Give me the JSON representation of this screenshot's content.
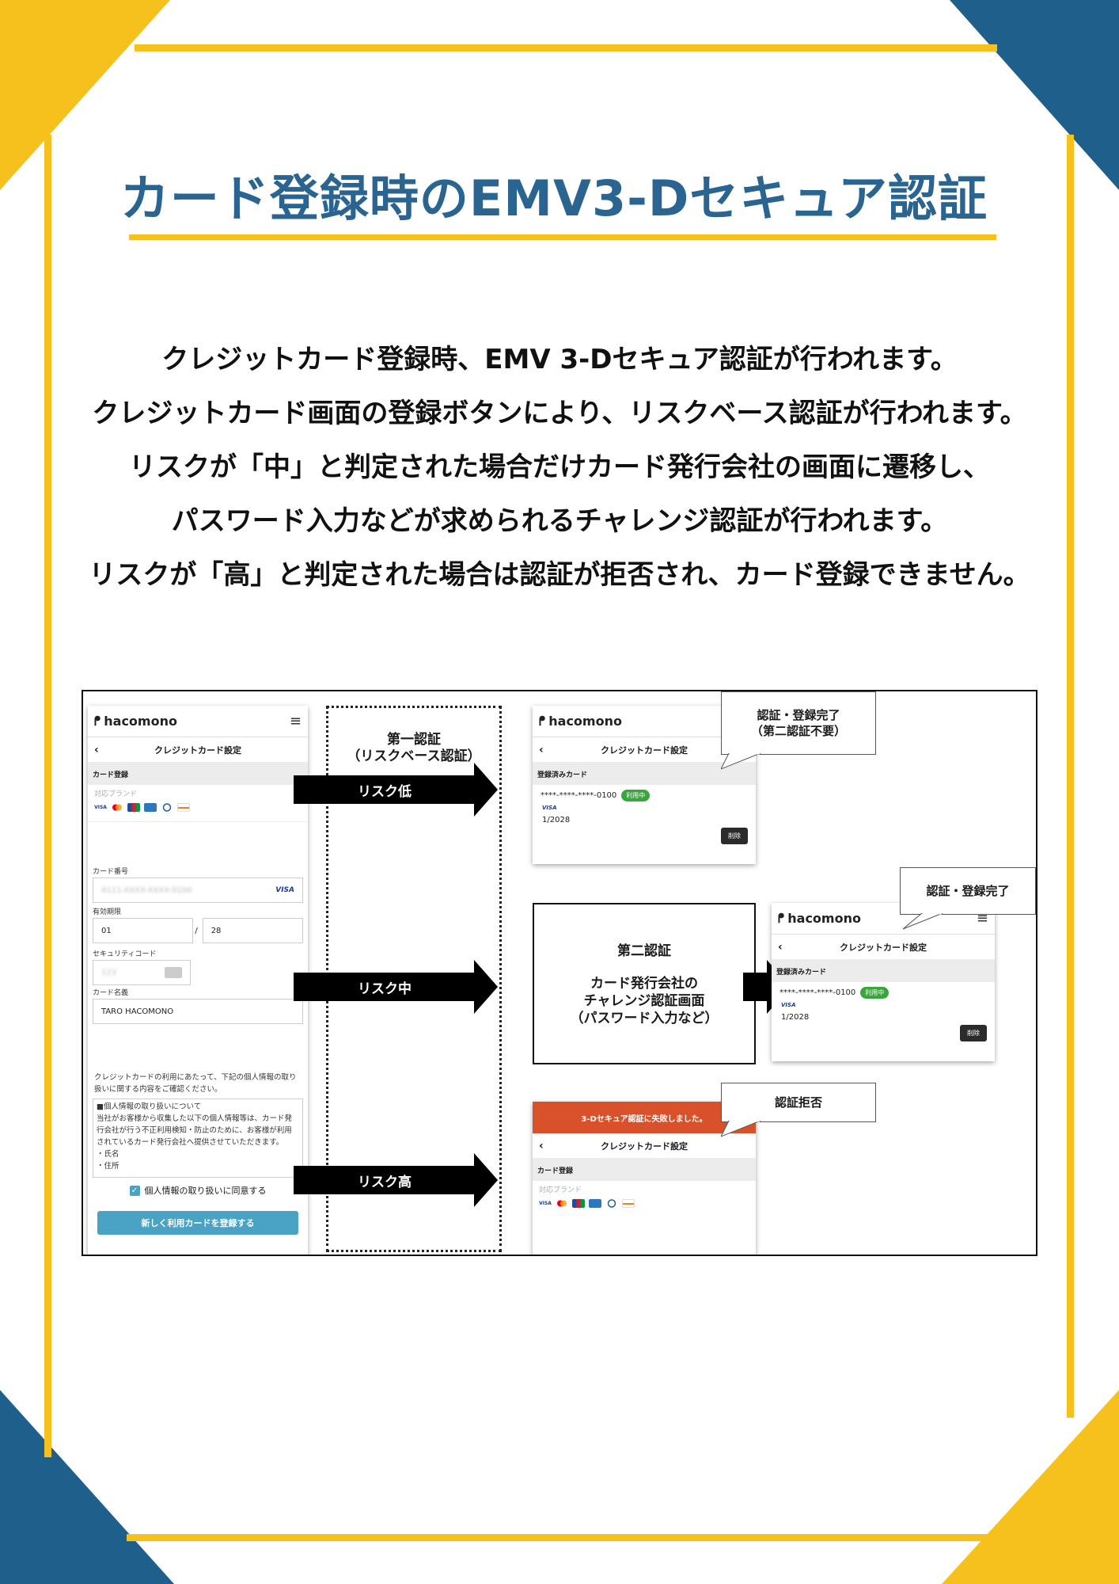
{
  "page": {
    "title": "カード登録時のEMV3-Dセキュア認証",
    "intro_lines": [
      "クレジットカード登録時、EMV 3-Dセキュア認証が行われます。",
      "クレジットカード画面の登録ボタンにより、リスクベース認証が行われます。",
      "リスクが「中」と判定された場合だけカード発行会社の画面に遷移し、",
      "パスワード入力などが求められるチャレンジ認証が行われます。",
      "リスクが「高」と判定された場合は認証が拒否され、カード登録できません。"
    ]
  },
  "colors": {
    "title_blue": "#2a6490",
    "accent_yellow": "#f6c11c",
    "corner_blue": "#1f5f8b",
    "button_blue": "#4aa3c4",
    "error_red": "#d9512b",
    "badge_green": "#3aa53a"
  },
  "diagram": {
    "logo": "hacomono",
    "screen_title": "クレジットカード設定",
    "form": {
      "section_card_register": "カード登録",
      "supported_brands": "対応ブランド",
      "card_number_label": "カード番号",
      "card_number_value": "4111-XXXX-XXXX-0100",
      "visa_mark": "VISA",
      "expiry_label": "有効期限",
      "expiry_month": "01",
      "expiry_sep": "/",
      "expiry_year": "28",
      "cvc_label": "セキュリティコード",
      "cvc_placeholder": "123",
      "name_label": "カード名義",
      "name_value": "TARO HACOMONO",
      "privacy_intro": "クレジットカードの利用にあたって、下記の個人情報の取り扱いに関する内容をご確認ください。",
      "privacy_box": [
        "■個人情報の取り扱いについて",
        "当社がお客様から収集した以下の個人情報等は、カード発行会社が行う不正利用検知・防止のために、お客様が利用されているカード発行会社へ提供させていただきます。",
        "・氏名",
        "・住所"
      ],
      "agree_label": "個人情報の取り扱いに同意する",
      "register_button": "新しく利用カードを登録する"
    },
    "first_auth": {
      "line1": "第一認証",
      "line2": "（リスクベース認証）"
    },
    "arrows": {
      "low": "リスク低",
      "mid": "リスク中",
      "high": "リスク高"
    },
    "registered": {
      "section": "登録済みカード",
      "card_masked": "****-****-****-0100",
      "badge": "利用中",
      "brand": "VISA",
      "expiry": "1/2028",
      "delete": "削除"
    },
    "callouts": {
      "low_line1": "認証・登録完了",
      "low_line2": "（第二認証不要）",
      "mid": "認証・登録完了",
      "high": "認証拒否"
    },
    "second_auth": {
      "title": "第二認証",
      "line1": "カード発行会社の",
      "line2": "チャレンジ認証画面",
      "line3": "（パスワード入力など）"
    },
    "error_bar": "3-Dセキュア認証に失敗しました。",
    "brand_icons": [
      "visa-icon",
      "mastercard-icon",
      "jcb-icon",
      "amex-icon",
      "diners-icon",
      "discover-icon"
    ]
  }
}
